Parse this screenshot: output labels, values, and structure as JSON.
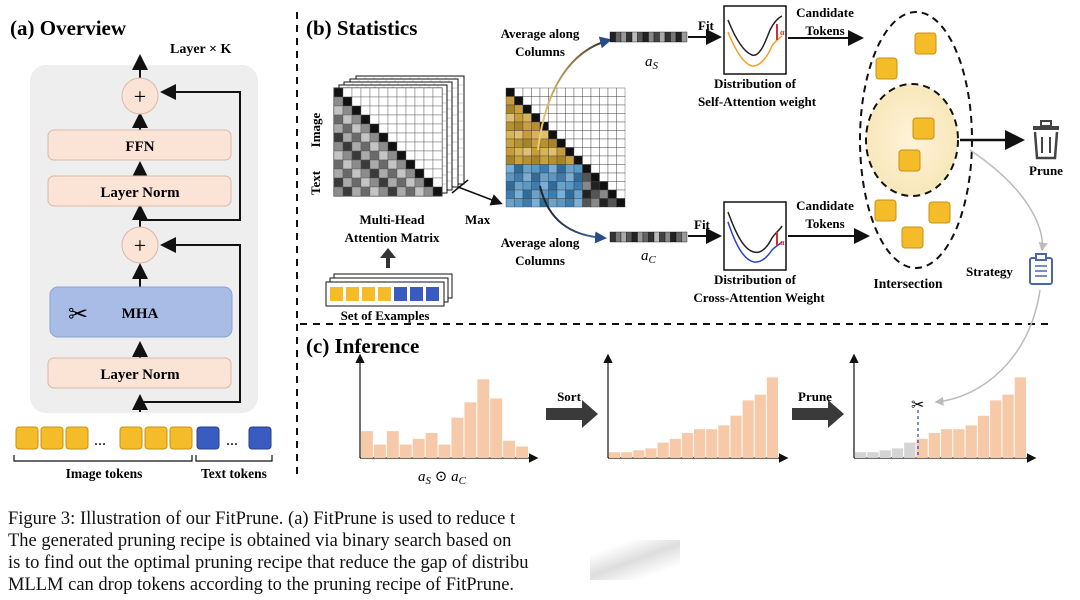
{
  "panel_a": {
    "title": "(a) Overview",
    "repeat_label": "Layer × K",
    "ffn": "FFN",
    "layer_norm_top": "Layer Norm",
    "mha": "MHA",
    "layer_norm_bottom": "Layer Norm",
    "plus": "+",
    "ellipsis": "...",
    "image_tokens": "Image tokens",
    "text_tokens": "Text tokens"
  },
  "panel_b": {
    "title": "(b) Statistics",
    "image_label": "Image",
    "text_label": "Text",
    "mha_matrix_label_1": "Multi-Head",
    "mha_matrix_label_2": "Attention Matrix",
    "max_label": "Max",
    "set_of_examples": "Set of Examples",
    "avg_top_1": "Average along",
    "avg_top_2": "Columns",
    "avg_bottom_1": "Average along",
    "avg_bottom_2": "Columns",
    "a_s": "a_S",
    "a_c": "a_C",
    "fit_top": "Fit",
    "fit_bottom": "Fit",
    "dist_self_1": "Distribution of",
    "dist_self_2": "Self-Attention weight",
    "dist_cross_1": "Distribution of",
    "dist_cross_2": "Cross-Attention Weight",
    "candidate_top_1": "Candidate",
    "candidate_top_2": "Tokens",
    "candidate_bottom_1": "Candidate",
    "candidate_bottom_2": "Tokens",
    "alpha": "α",
    "intersection": "Intersection",
    "prune": "Prune",
    "strategy": "Strategy"
  },
  "panel_c": {
    "title": "(c) Inference",
    "sort": "Sort",
    "prune": "Prune",
    "formula": "a_S ⊙ a_C",
    "hist_unsorted": [
      0.28,
      0.14,
      0.28,
      0.14,
      0.2,
      0.26,
      0.14,
      0.42,
      0.58,
      0.82,
      0.62,
      0.18,
      0.12
    ],
    "hist_sorted": [
      0.06,
      0.06,
      0.08,
      0.1,
      0.16,
      0.2,
      0.26,
      0.3,
      0.3,
      0.34,
      0.44,
      0.6,
      0.66,
      0.84
    ],
    "hist_pruned": [
      0.06,
      0.06,
      0.08,
      0.1,
      0.16,
      0.2,
      0.26,
      0.3,
      0.3,
      0.34,
      0.44,
      0.6,
      0.66,
      0.84
    ],
    "pruned_count": 5
  },
  "caption": {
    "line1": "Figure 3: Illustration of our FitPrune. (a) FitPrune is used to reduce t",
    "line2": "The generated pruning recipe is obtained via binary search based on",
    "line3": "is to find out the optimal pruning recipe that reduce the gap of distribu",
    "line4": "MLLM can drop tokens according to the pruning recipe of FitPrune."
  },
  "colors": {
    "token_yellow": "#f5bc2a",
    "token_blue": "#3a5bbf",
    "block_pink": "#fbe3d5",
    "mha_blue": "#a9bce6",
    "hist_bar": "#f6c9a8",
    "hist_gray": "#d4d4d4",
    "orange_curve": "#f0a020",
    "blue_curve": "#2c3fd0",
    "alpha_red": "#d03030"
  }
}
